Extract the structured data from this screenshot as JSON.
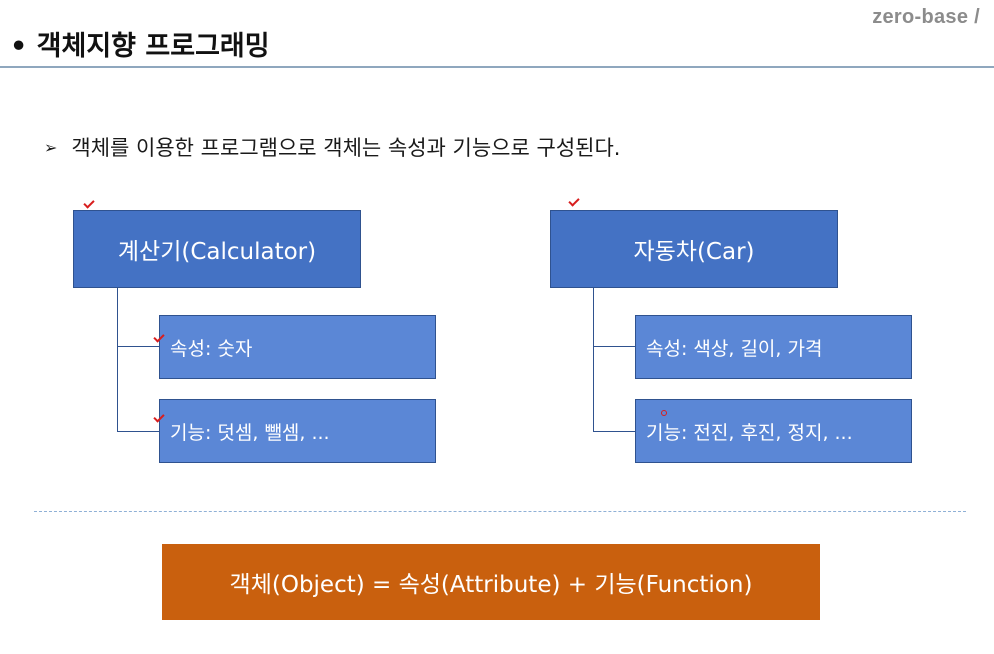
{
  "brand": "zero-base /",
  "title": "• 객체지향 프로그래밍",
  "bullet": {
    "marker": "➢",
    "text": "객체를 이용한 프로그램으로 객체는 속성과 기능으로 구성된다."
  },
  "diagrams": [
    {
      "object": "계산기(Calculator)",
      "attribute": "속성: 숫자",
      "function": "기능: 덧셈, 뺄셈, ..."
    },
    {
      "object": "자동차(Car)",
      "attribute": "속성: 색상, 길이, 가격",
      "function": "기능: 전진, 후진, 정지, ..."
    }
  ],
  "formula": "객체(Object) = 속성(Attribute) + 기능(Function)",
  "colors": {
    "main_box": "#4472c4",
    "sub_box": "#5b87d6",
    "formula_box": "#c9600e",
    "annotation_mark": "#d81e1e"
  }
}
